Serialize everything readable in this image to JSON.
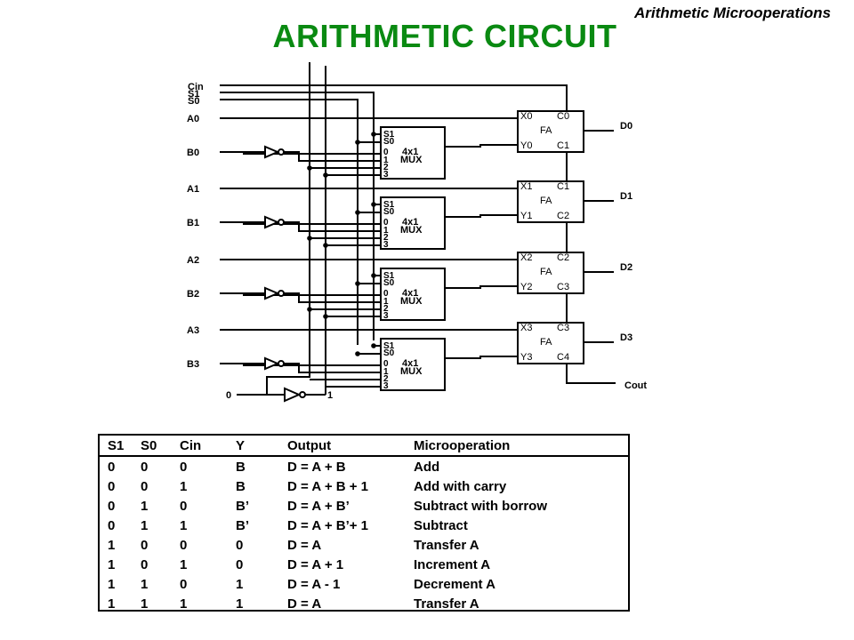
{
  "header": {
    "section_tag": "Arithmetic Microoperations",
    "title": "ARITHMETIC  CIRCUIT"
  },
  "diagram": {
    "control_labels": [
      "Cin",
      "S1",
      "S0"
    ],
    "input_labels": [
      "A0",
      "B0",
      "A1",
      "B1",
      "A2",
      "B2",
      "A3",
      "B3"
    ],
    "constant_labels": [
      "0",
      "1"
    ],
    "mux": {
      "select_hi": "S1",
      "select_lo": "S0",
      "name_top": "4x1",
      "name_bottom": "MUX",
      "pins": [
        "0",
        "1",
        "2",
        "3"
      ]
    },
    "fa": {
      "name": "FA",
      "stages": [
        {
          "x": "X0",
          "y": "Y0",
          "cin": "C0",
          "cout": "C1"
        },
        {
          "x": "X1",
          "y": "Y1",
          "cin": "C1",
          "cout": "C2"
        },
        {
          "x": "X2",
          "y": "Y2",
          "cin": "C2",
          "cout": "C3"
        },
        {
          "x": "X3",
          "y": "Y3",
          "cin": "C3",
          "cout": "C4"
        }
      ]
    },
    "output_labels": [
      "D0",
      "D1",
      "D2",
      "D3"
    ],
    "carry_out_label": "Cout"
  },
  "table": {
    "headers": [
      "S1",
      "S0",
      "Cin",
      "Y",
      "Output",
      "Microoperation"
    ],
    "rows": [
      [
        "0",
        "0",
        "0",
        "B",
        "D = A + B",
        "Add"
      ],
      [
        "0",
        "0",
        "1",
        "B",
        "D = A + B + 1",
        "Add with carry"
      ],
      [
        "0",
        "1",
        "0",
        "B’",
        "D = A + B’",
        "Subtract with borrow"
      ],
      [
        "0",
        "1",
        "1",
        "B’",
        "D = A + B’+ 1",
        "Subtract"
      ],
      [
        "1",
        "0",
        "0",
        "0",
        "D = A",
        "Transfer A"
      ],
      [
        "1",
        "0",
        "1",
        "0",
        "D = A + 1",
        "Increment A"
      ],
      [
        "1",
        "1",
        "0",
        "1",
        "D = A - 1",
        "Decrement A"
      ],
      [
        "1",
        "1",
        "1",
        "1",
        "D = A",
        "Transfer A"
      ]
    ]
  }
}
